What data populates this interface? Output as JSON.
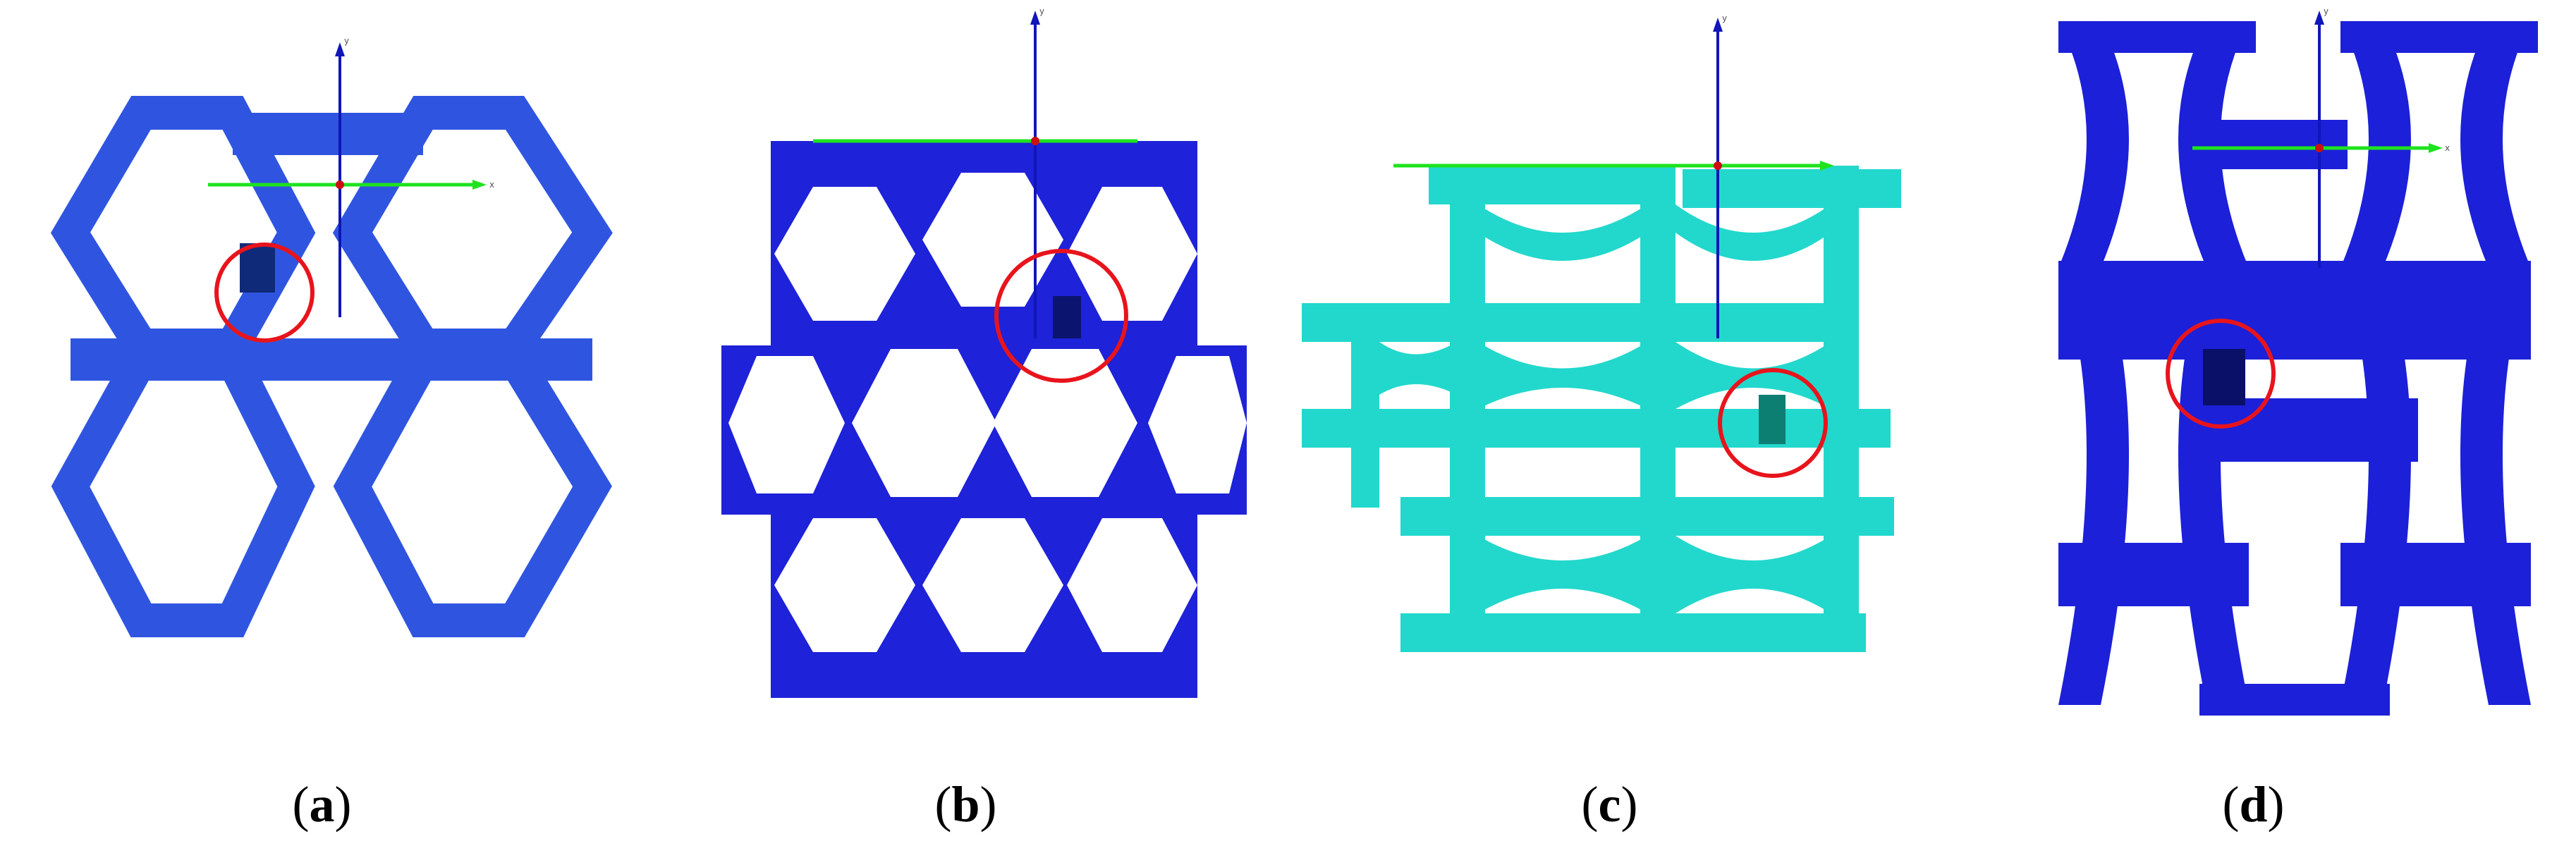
{
  "panels": [
    {
      "id": "a",
      "caption_open": "(",
      "caption_letter": "a",
      "caption_close": ")",
      "color": "#2f55e0",
      "highlight": "#0f2a78"
    },
    {
      "id": "b",
      "caption_open": "(",
      "caption_letter": "b",
      "caption_close": ")",
      "color": "#1e22d8",
      "highlight": "#0b1570"
    },
    {
      "id": "c",
      "caption_open": "(",
      "caption_letter": "c",
      "caption_close": ")",
      "color": "#22d8cc",
      "highlight": "#0c7f72"
    },
    {
      "id": "d",
      "caption_open": "(",
      "caption_letter": "d",
      "caption_close": ")",
      "color": "#1c20d8",
      "highlight": "#0a1068"
    }
  ],
  "axes": {
    "x_label": "x",
    "y_label": "y",
    "x_color": "#1ee31e",
    "y_color": "#1016b8",
    "origin_color": "#cc1010"
  },
  "marker_color": "#e8141c"
}
